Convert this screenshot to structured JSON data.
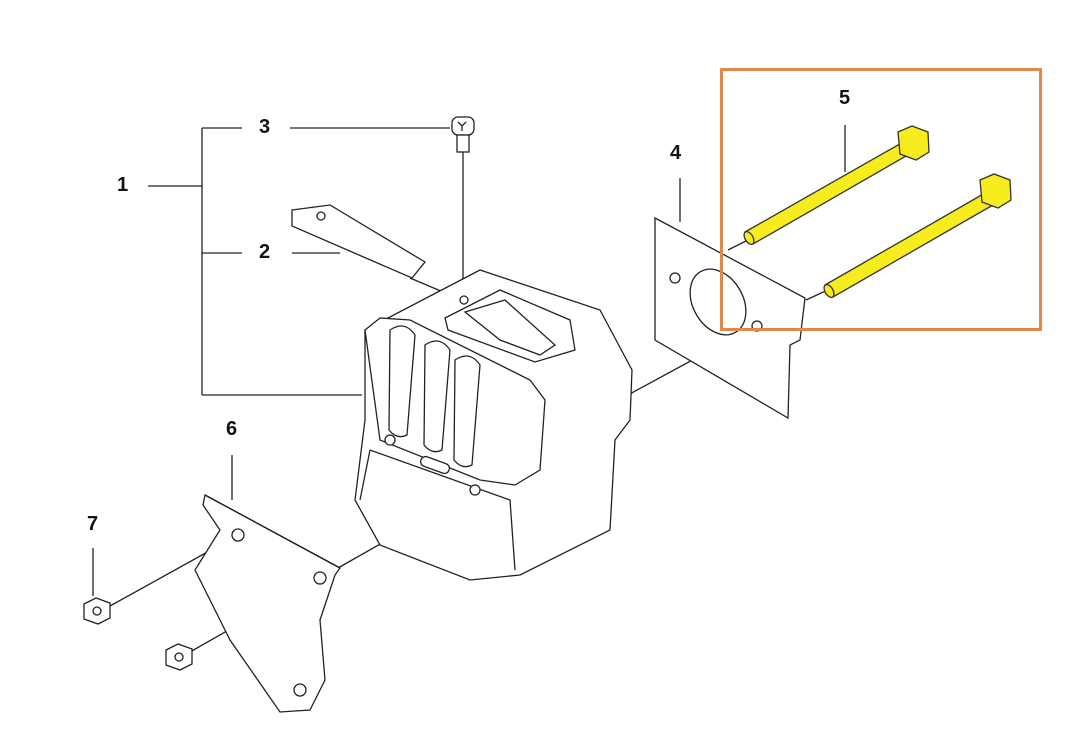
{
  "labels": {
    "p1": "1",
    "p2": "2",
    "p3": "3",
    "p4": "4",
    "p5": "5",
    "p6": "6",
    "p7": "7"
  },
  "highlight": {
    "part": "5",
    "color": "#e08a4a"
  },
  "colors": {
    "highlight_part": "#f7ec1e",
    "line": "#222222"
  }
}
